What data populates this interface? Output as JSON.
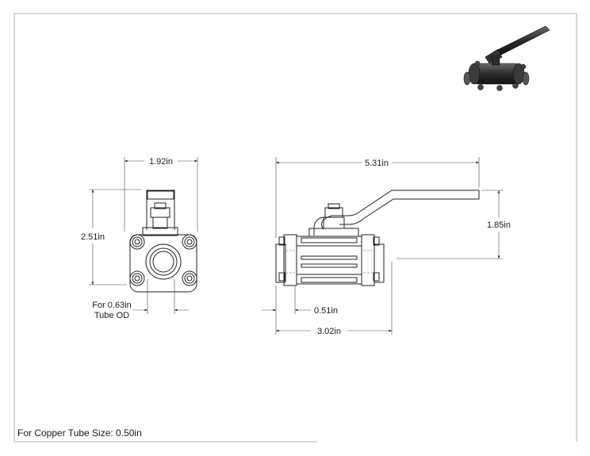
{
  "drawing": {
    "dimensions": {
      "front_width": "1.92in",
      "front_height": "2.51in",
      "tube_od_line1": "For 0.63in",
      "tube_od_line2": "Tube OD",
      "overall_length": "5.31in",
      "handle_height": "1.85in",
      "end_length": "0.51in",
      "body_length": "3.02in"
    },
    "footer": "For Copper Tube Size: 0.50in"
  }
}
